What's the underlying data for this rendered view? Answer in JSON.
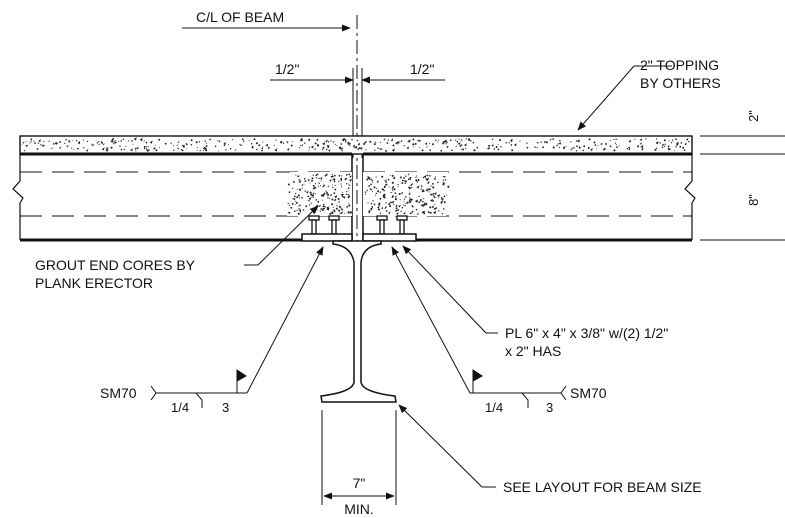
{
  "labels": {
    "centerline": "C/L OF BEAM",
    "half_left": "1/2\"",
    "half_right": "1/2\"",
    "topping_line1": "2\" TOPPING",
    "topping_line2": "BY OTHERS",
    "dim_topping": "2\"",
    "dim_plank": "8\"",
    "grout_line1": "GROUT END CORES BY",
    "grout_line2": "PLANK ERECTOR",
    "plate_line1": "PL 6\" x 4\" x 3/8\"  w/(2) 1/2\"",
    "plate_line2": "x 2\" HAS",
    "weld_left_code": "SM70",
    "weld_left_size": "1/4",
    "weld_left_len": "3",
    "weld_right_code": "SM70",
    "weld_right_size": "1/4",
    "weld_right_len": "3",
    "dim_flange": "7\"",
    "dim_flange_note": "MIN.",
    "beam_note": "SEE LAYOUT FOR BEAM SIZE"
  },
  "colors": {
    "ink": "#111111",
    "paper": "#ffffff"
  }
}
